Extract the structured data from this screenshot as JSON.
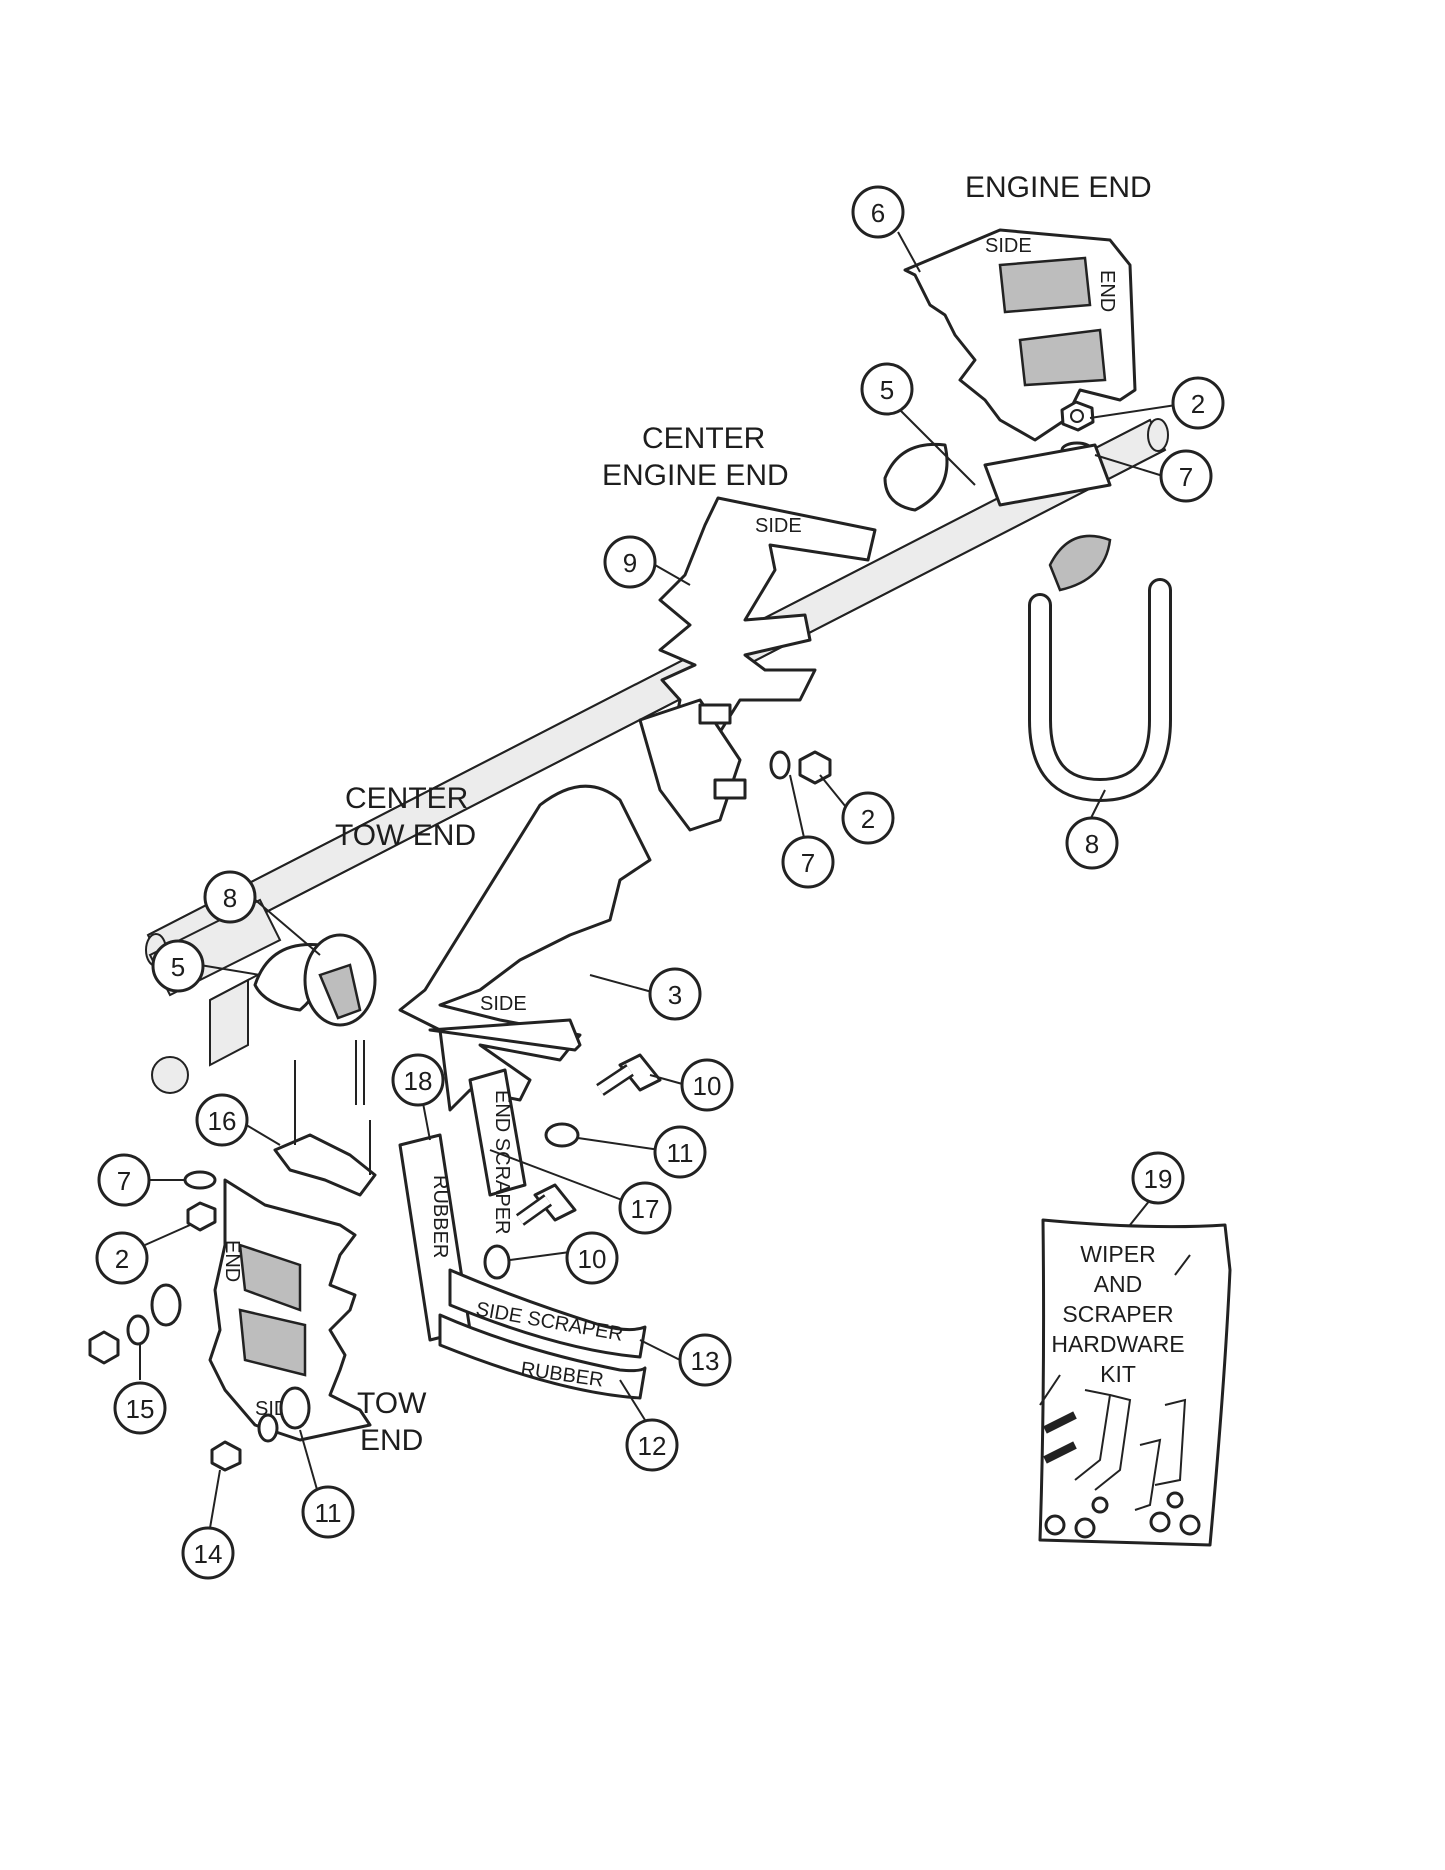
{
  "section_labels": {
    "engine_end": "ENGINE END",
    "center_engine_end_1": "CENTER",
    "center_engine_end_2": "ENGINE END",
    "center_tow_end_1": "CENTER",
    "center_tow_end_2": "TOW END",
    "tow_end_1": "TOW",
    "tow_end_2": "END"
  },
  "plate_text": {
    "side": "SIDE",
    "end": "END",
    "side_scraper": "SIDE SCRAPER",
    "rubber": "RUBBER",
    "end_scraper": "END SCRAPER"
  },
  "kit": {
    "line1": "WIPER",
    "line2": "AND",
    "line3": "SCRAPER",
    "line4": "HARDWARE",
    "line5": "KIT"
  },
  "callouts": [
    {
      "id": "c6",
      "label": "6"
    },
    {
      "id": "c2a",
      "label": "2"
    },
    {
      "id": "c7a",
      "label": "7"
    },
    {
      "id": "c5a",
      "label": "5"
    },
    {
      "id": "c9",
      "label": "9"
    },
    {
      "id": "c2b",
      "label": "2"
    },
    {
      "id": "c7b",
      "label": "7"
    },
    {
      "id": "c8a",
      "label": "8"
    },
    {
      "id": "c8b",
      "label": "8"
    },
    {
      "id": "c5b",
      "label": "5"
    },
    {
      "id": "c3",
      "label": "3"
    },
    {
      "id": "c16",
      "label": "16"
    },
    {
      "id": "c18",
      "label": "18"
    },
    {
      "id": "c10a",
      "label": "10"
    },
    {
      "id": "c11a",
      "label": "11"
    },
    {
      "id": "c17",
      "label": "17"
    },
    {
      "id": "c7c",
      "label": "7"
    },
    {
      "id": "c2c",
      "label": "2"
    },
    {
      "id": "c10b",
      "label": "10"
    },
    {
      "id": "c13",
      "label": "13"
    },
    {
      "id": "c12",
      "label": "12"
    },
    {
      "id": "c15",
      "label": "15"
    },
    {
      "id": "c11b",
      "label": "11"
    },
    {
      "id": "c14",
      "label": "14"
    },
    {
      "id": "c19",
      "label": "19"
    }
  ]
}
